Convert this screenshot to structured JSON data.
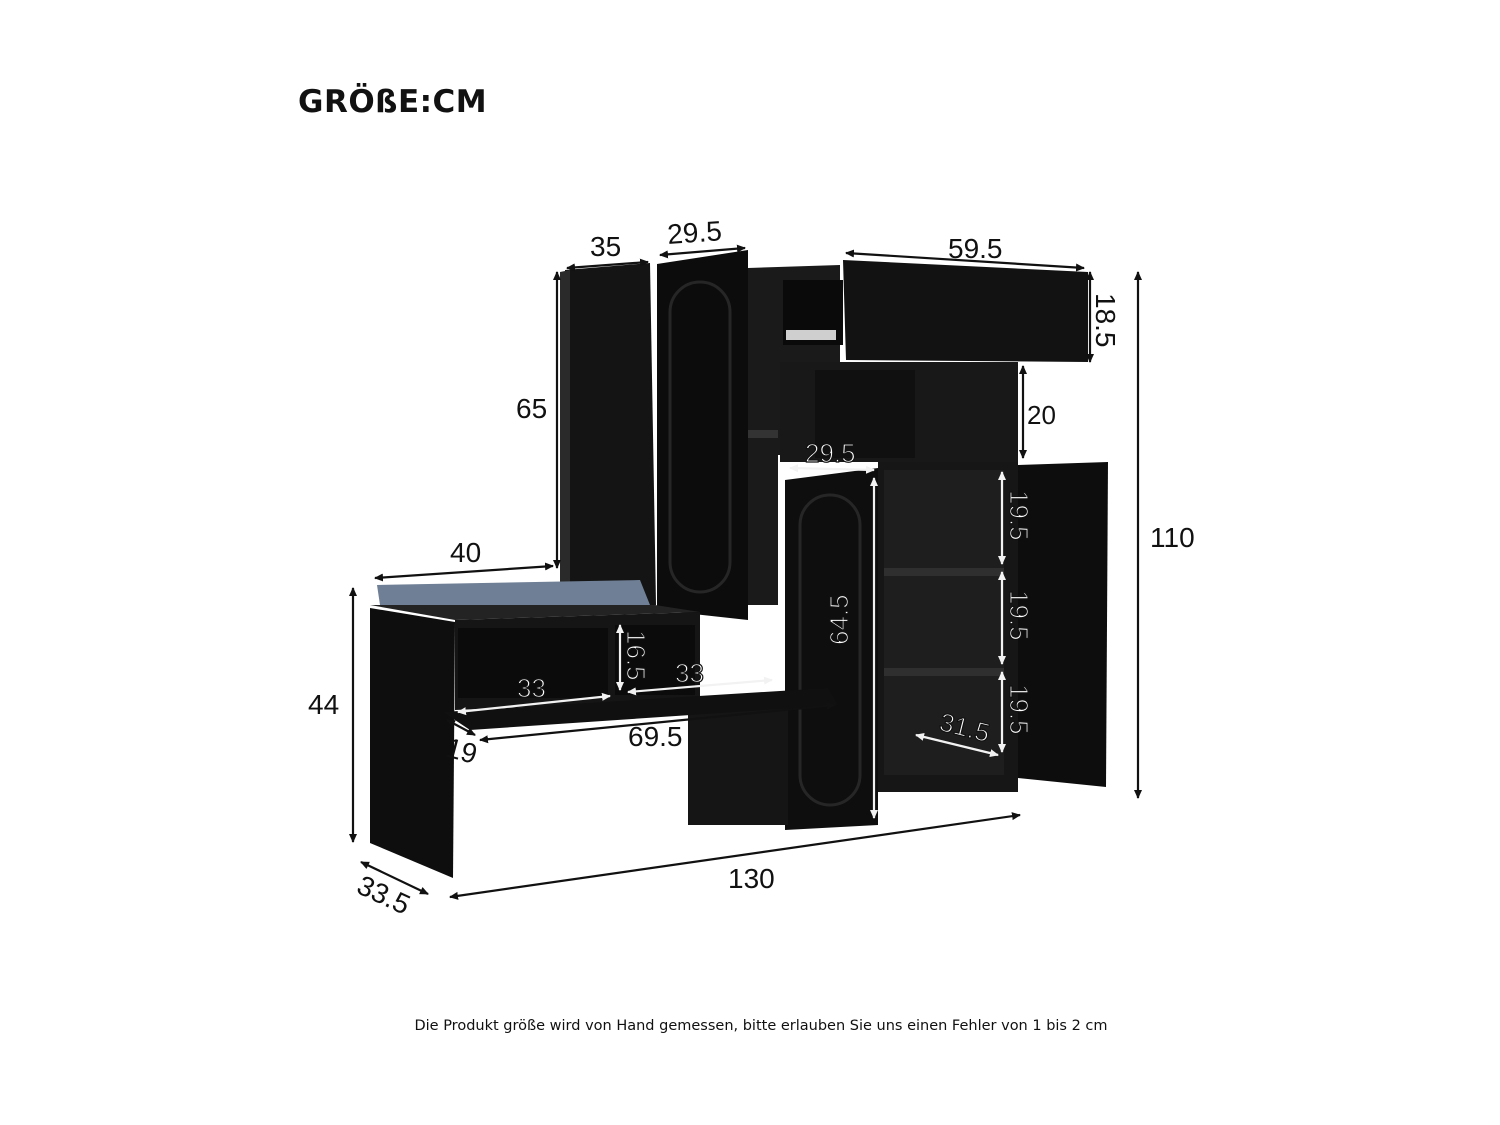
{
  "title": "GRÖßE:CM",
  "note": "Die Produkt größe wird von Hand gemessen, bitte erlauben Sie uns einen Fehler von 1 bis 2 cm",
  "colors": {
    "furniture": "#111111",
    "cushion": "#6f7f95",
    "interior": "#1c1c1c",
    "background": "#ffffff"
  },
  "dimensions": {
    "top_left_width": "35",
    "left_door_width": "29.5",
    "drawer_width": "59.5",
    "drawer_height": "18.5",
    "cabinet_height": "65",
    "open_shelf_height": "20",
    "total_height": "110",
    "bench_width": "40",
    "bench_height": "44",
    "total_width": "130",
    "depth": "33.5",
    "lower_door_width": "29.5",
    "lower_door_height": "64.5",
    "shelf_1": "19.5",
    "shelf_2": "19.5",
    "shelf_3": "19.5",
    "inner_depth": "31.5",
    "bench_compartment_height": "16.5",
    "bench_compartment_left": "33",
    "bench_compartment_right": "33",
    "bench_inner_width": "69.5",
    "bench_inner_depth": "19"
  }
}
